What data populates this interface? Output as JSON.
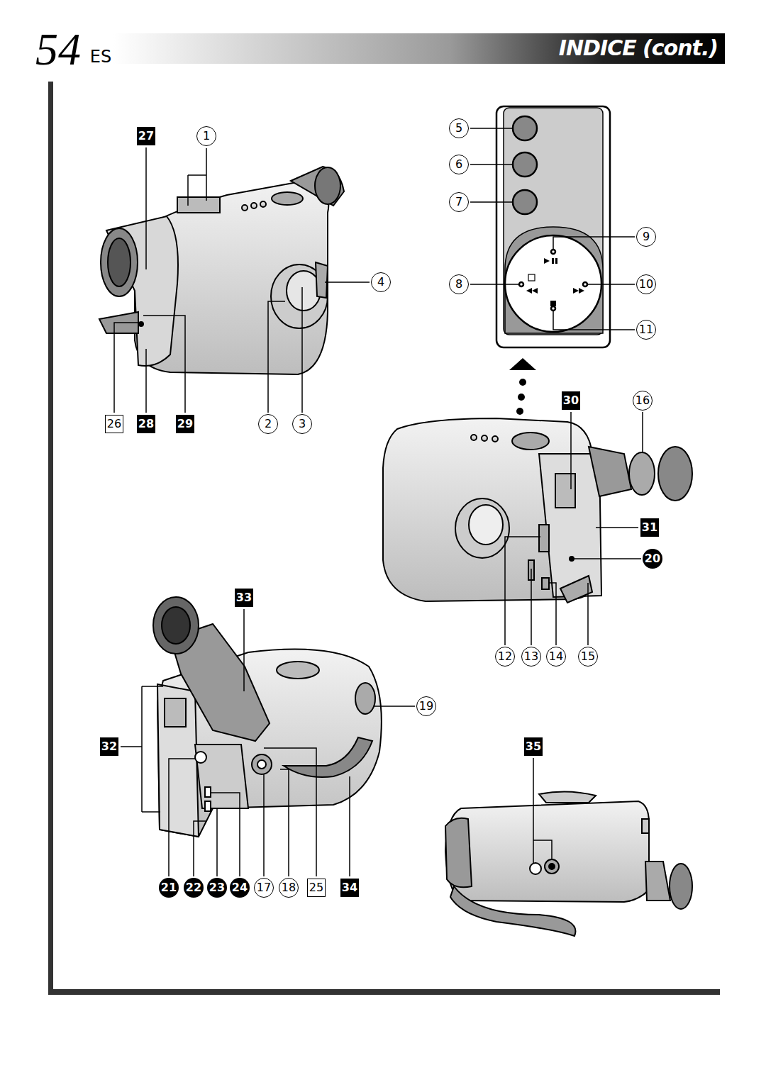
{
  "diagram": {
    "title": "INDICE (cont.)",
    "labels": [
      "54",
      "ES",
      "1",
      "2",
      "3",
      "4",
      "5",
      "6",
      "7",
      "8",
      "9",
      "10",
      "11",
      "12",
      "13",
      "14",
      "15",
      "16",
      "17",
      "18",
      "19",
      "20",
      "21",
      "22",
      "23",
      "24",
      "25",
      "26",
      "27",
      "28",
      "29",
      "30",
      "31",
      "32",
      "33",
      "34",
      "35"
    ]
  }
}
